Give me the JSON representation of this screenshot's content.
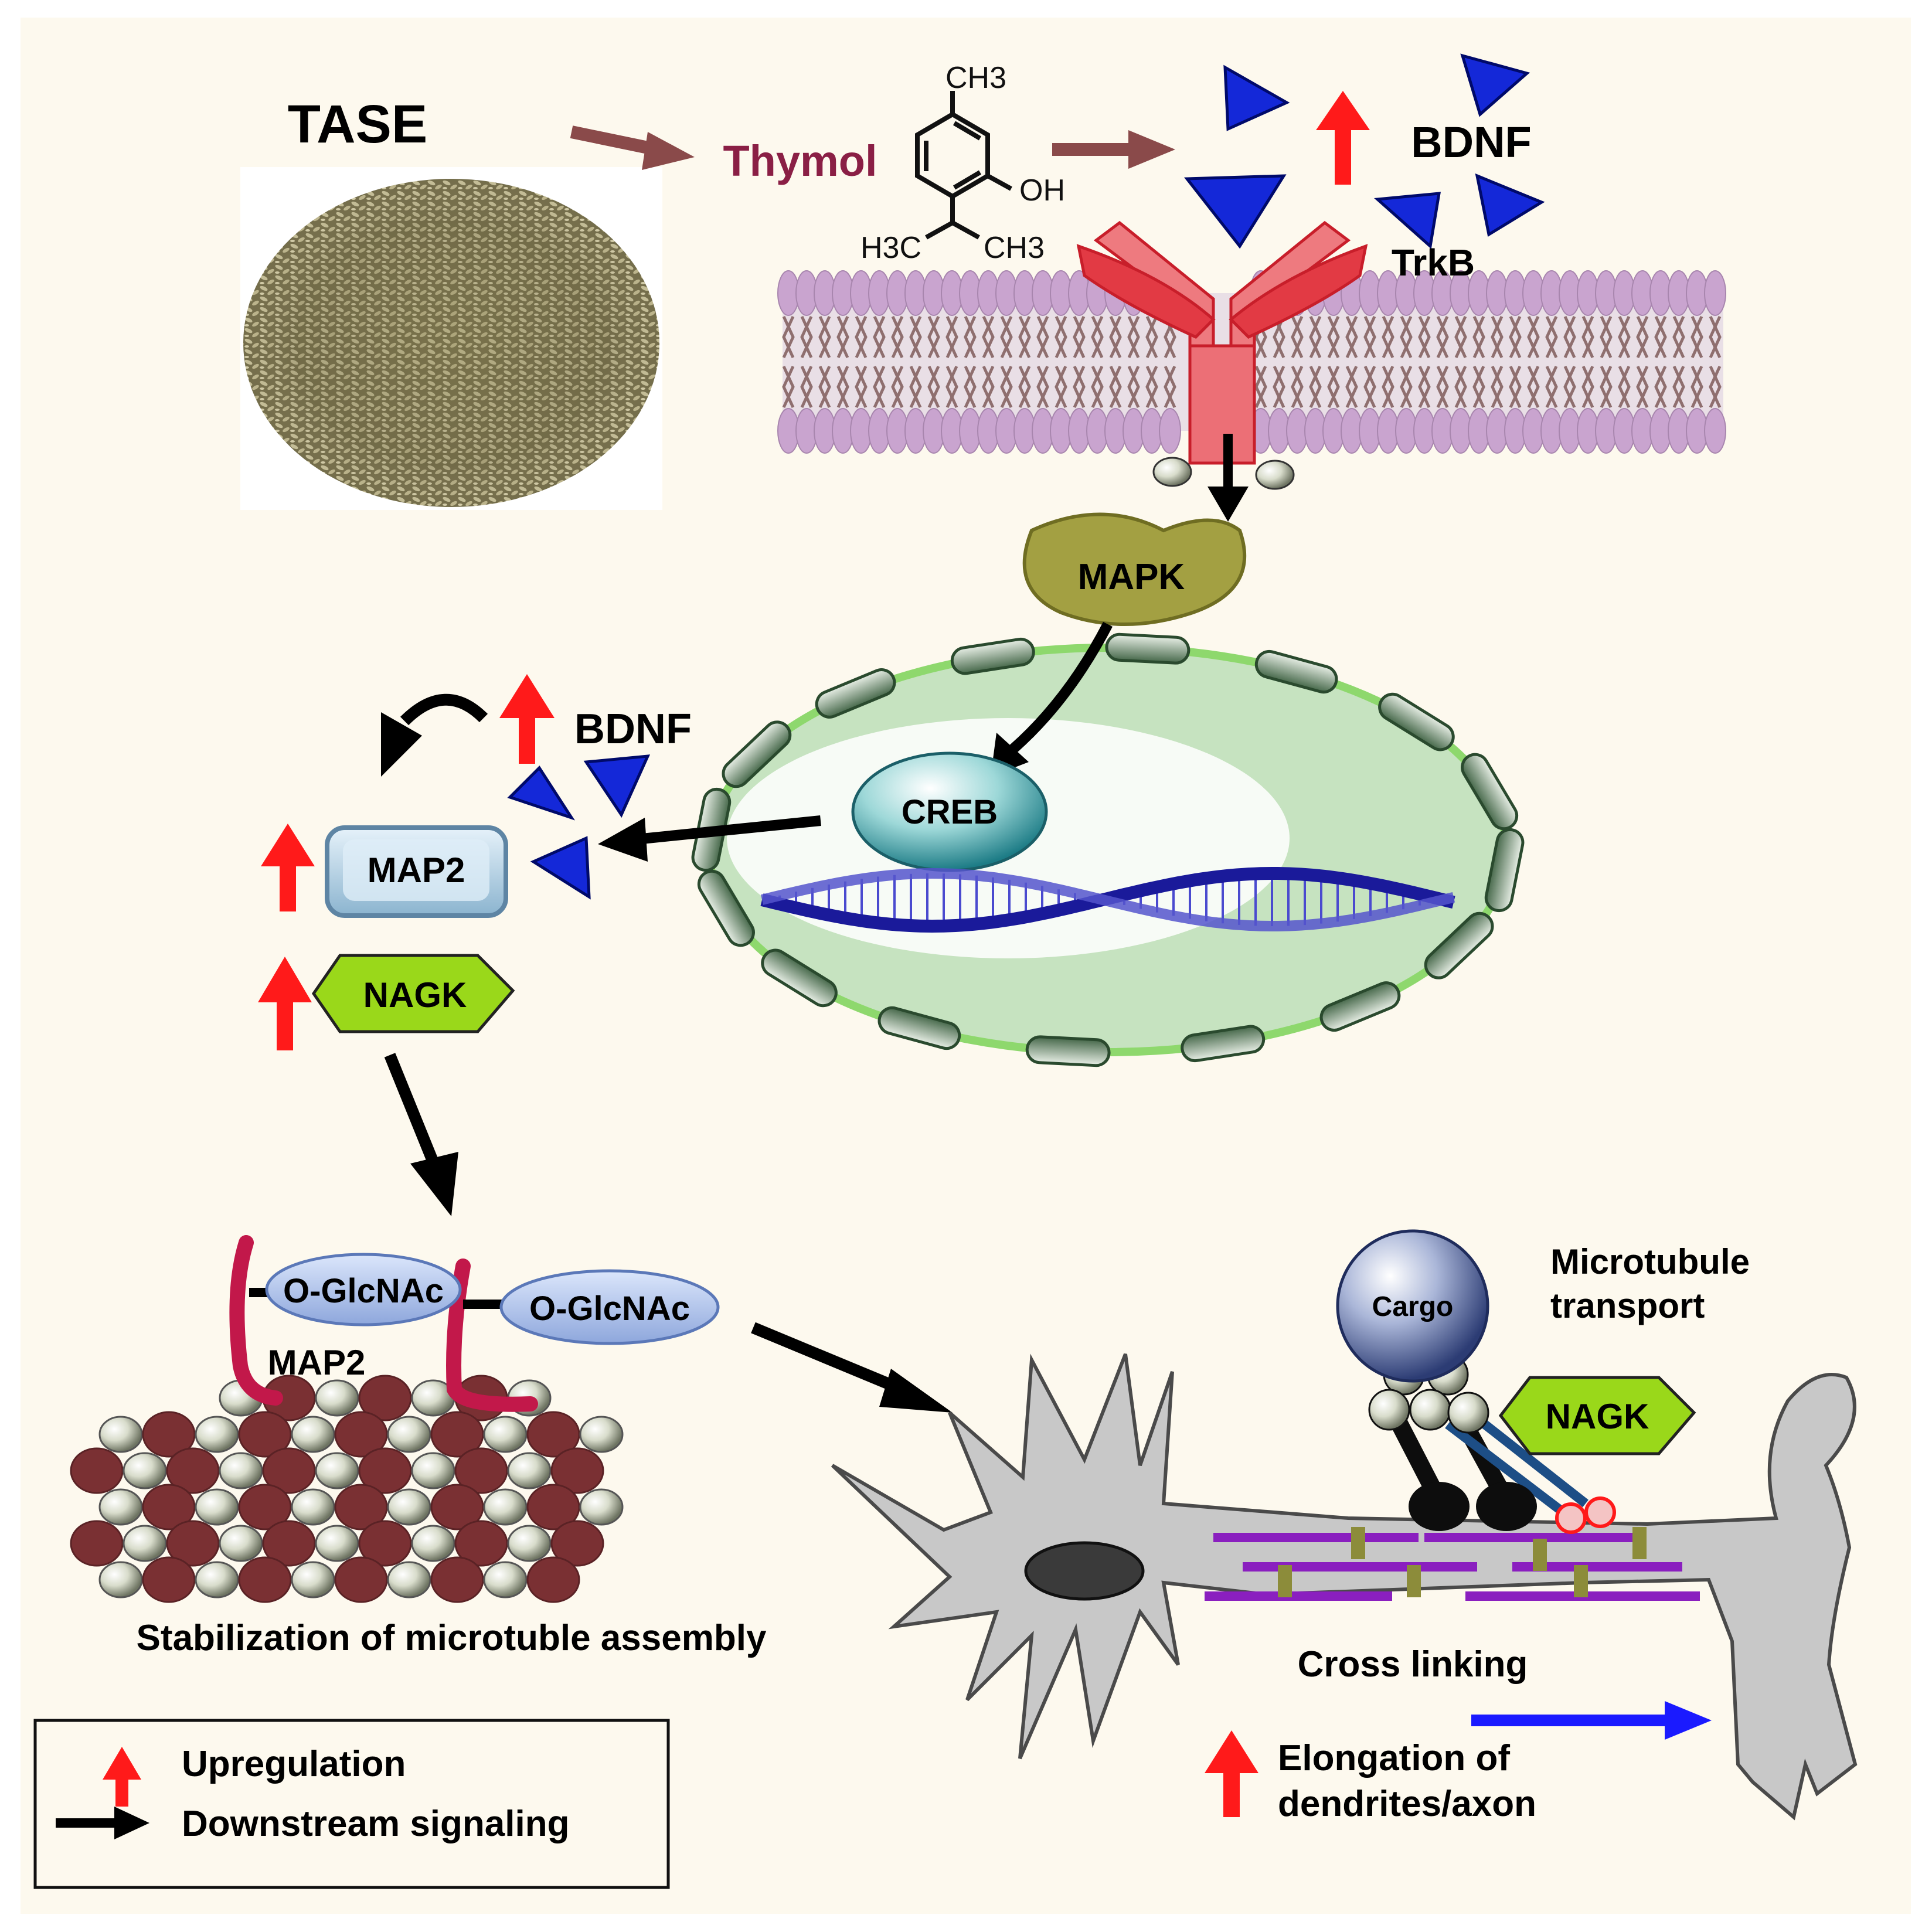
{
  "colors": {
    "background": "#fdf9ee",
    "upregulation_arrow": "#ff1a1a",
    "downstream_arrow": "#000000",
    "flow_arrow": "#8a4a4a",
    "bdnf_triangle": "#1428d8",
    "receptor": "#e8505a",
    "membrane_head": "#c9a4cf",
    "nucleus_fill": "#c6e3c0",
    "nagk_fill": "#9ad81a",
    "map2_fill": "#b5d7ec",
    "mapk_fill": "#a3a042",
    "neuron_fill": "#c8c8c8",
    "thymol_text": "#8a1f45",
    "elongation_arrow": "#1a1aff",
    "microtubule": "#8a1fbf"
  },
  "labels": {
    "tase": "TASE",
    "thymol": "Thymol",
    "ch3_top": "CH3",
    "oh": "OH",
    "h3c": "H3C",
    "ch3_bottom": "CH3",
    "bdnf_top": "BDNF",
    "trkb": "TrkB",
    "mapk": "MAPK",
    "creb": "CREB",
    "bdnf_mid": "BDNF",
    "map2_box": "MAP2",
    "nagk_left": "NAGK",
    "oglcnac_1": "O-GlcNAc",
    "oglcnac_2": "O-GlcNAc",
    "map2_strand": "MAP2",
    "stabilization": "Stabilization of microtuble assembly",
    "cargo": "Cargo",
    "microtubule_transport_1": "Microtubule",
    "microtubule_transport_2": "transport",
    "nagk_right": "NAGK",
    "cross_linking": "Cross linking",
    "elongation_1": "Elongation of",
    "elongation_2": "dendrites/axon"
  },
  "legend": {
    "upregulation": "Upregulation",
    "downstream": "Downstream signaling"
  }
}
